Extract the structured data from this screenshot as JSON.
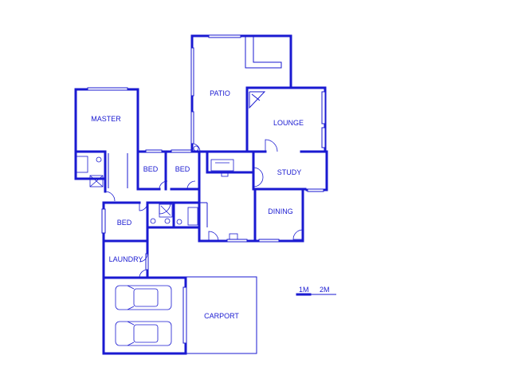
{
  "rooms": {
    "patio": "PATIO",
    "master": "MASTER",
    "lounge": "LOUNGE",
    "bed1": "BED",
    "bed2": "BED",
    "study": "STUDY",
    "dining": "DINING",
    "bed3": "BED",
    "laundry": "LAUNDRY",
    "carport": "CARPORT"
  },
  "scale_bar": {
    "label_1": "1M",
    "label_2": "2M"
  },
  "colors": {
    "wall": "#1a1ad1",
    "background": "#ffffff"
  }
}
